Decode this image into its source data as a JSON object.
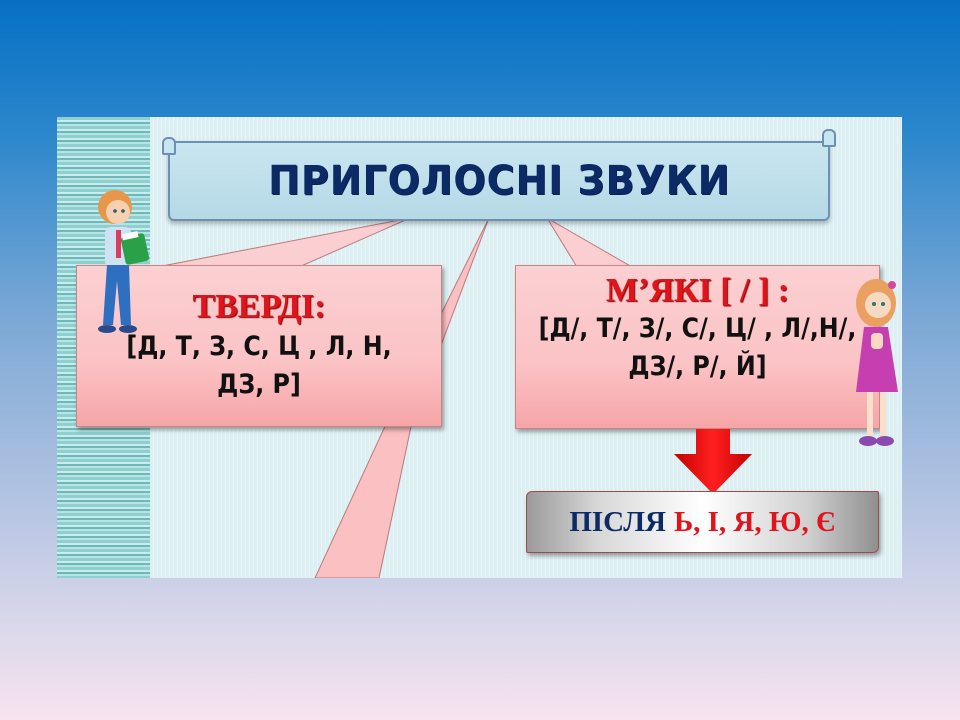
{
  "slide": {
    "title": "ПРИГОЛОСНІ ЗВУКИ",
    "hard": {
      "heading": "ТВЕРДІ:",
      "letters": "[Д, Т, З, С, Ц , Л, Н, ДЗ, Р]"
    },
    "soft": {
      "heading": "М’ЯКІ [ / ] :",
      "letters_line1": "[Д/, Т/, З/, С/, Ц/ , Л/,Н/,",
      "letters_line2": "ДЗ/, Р/, Й]"
    },
    "after": {
      "prefix": "ПІСЛЯ",
      "letters": "Ь, І, Я, Ю, Є"
    }
  },
  "colors": {
    "title": "#0c2a66",
    "heading_red": "#e0141a",
    "box_pink": "#fbc3c5",
    "panel_bg": "#dceff3",
    "arrow_red": "#ee1c1c"
  },
  "icons": [
    "boy-illustration",
    "girl-illustration",
    "down-arrow-icon"
  ]
}
